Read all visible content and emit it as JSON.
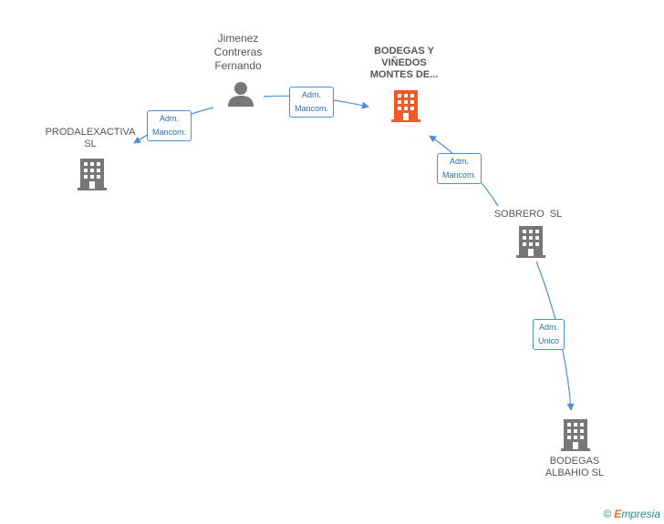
{
  "colors": {
    "edge": "#4a90d9",
    "node_gray": "#777777",
    "node_main": "#f05a28",
    "label_text": "#555555",
    "brand": "#2a8c82"
  },
  "nodes": {
    "person": {
      "lines": [
        "Jimenez",
        "Contreras",
        "Fernando"
      ],
      "icon": "person-icon"
    },
    "main": {
      "lines": [
        "BODEGAS Y",
        "VIÑEDOS",
        "MONTES DE..."
      ],
      "icon": "building-icon"
    },
    "prodalex": {
      "lines": [
        "PRODALEXACTIVA",
        "SL"
      ],
      "icon": "building-icon"
    },
    "sobrero": {
      "lines": [
        "SOBRERO  SL"
      ],
      "icon": "building-icon"
    },
    "albahio": {
      "lines": [
        "BODEGAS",
        "ALBAHIO SL"
      ],
      "icon": "building-icon"
    }
  },
  "edges": {
    "person_to_main": {
      "lines": [
        "Adm.",
        "Mancom."
      ]
    },
    "person_to_prodalex": {
      "lines": [
        "Adm.",
        "Mancom."
      ]
    },
    "sobrero_to_main": {
      "lines": [
        "Adm.",
        "Mancom."
      ]
    },
    "sobrero_to_albahio": {
      "lines": [
        "Adm.",
        "Unico"
      ]
    }
  },
  "footer": {
    "copyright": "©",
    "brand_first": "E",
    "brand_rest": "mpresia"
  }
}
